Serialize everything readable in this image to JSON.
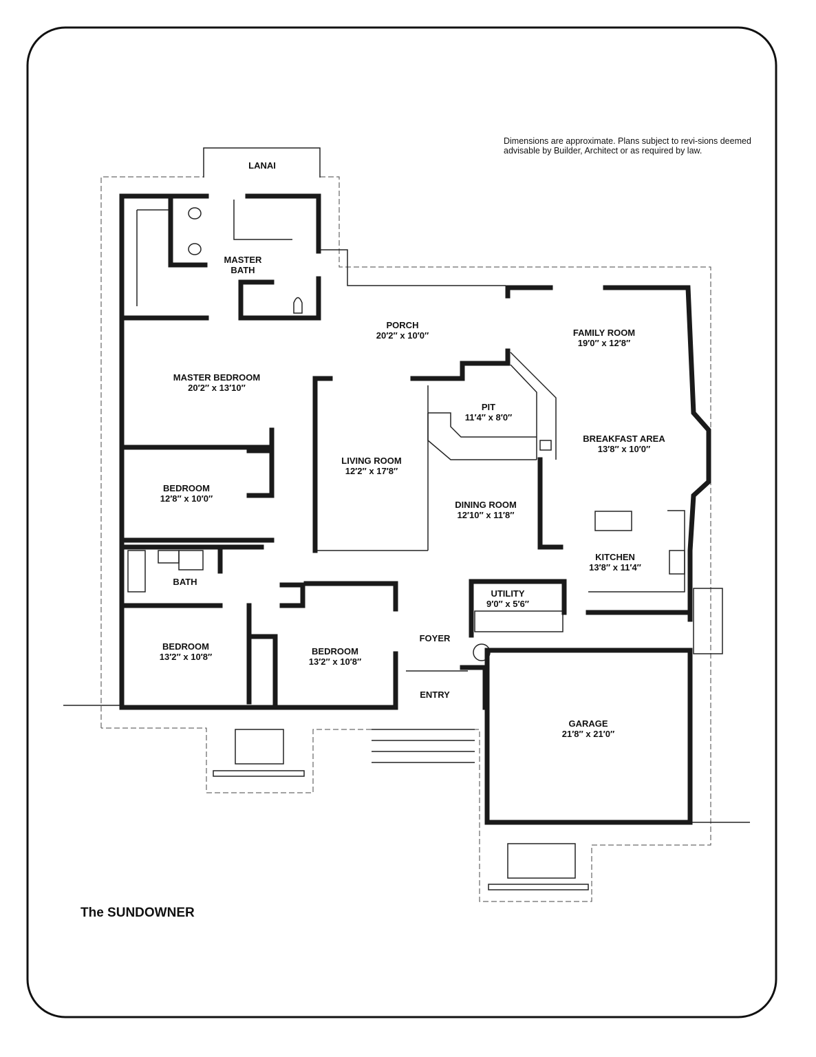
{
  "plan_name": "The SUNDOWNER",
  "disclaimer": "Dimensions are approximate. Plans subject to revi-sions deemed advisable by Builder, Architect or as required by law.",
  "rooms": {
    "lanai": {
      "name": "LANAI"
    },
    "master_bath": {
      "name": "MASTER BATH"
    },
    "porch": {
      "name": "PORCH",
      "dim": "20′2″ x 10′0″"
    },
    "family_room": {
      "name": "FAMILY ROOM",
      "dim": "19′0″ x 12′8″"
    },
    "master_bedroom": {
      "name": "MASTER BEDROOM",
      "dim": "20′2″ x 13′10″"
    },
    "pit": {
      "name": "PIT",
      "dim": "11′4″ x 8′0″"
    },
    "breakfast_area": {
      "name": "BREAKFAST AREA",
      "dim": "13′8″ x 10′0″"
    },
    "living_room": {
      "name": "LIVING ROOM",
      "dim": "12′2″ x 17′8″"
    },
    "bedroom_2": {
      "name": "BEDROOM",
      "dim": "12′8″ x 10′0″"
    },
    "dining_room": {
      "name": "DINING ROOM",
      "dim": "12′10″ x 11′8″"
    },
    "kitchen": {
      "name": "KITCHEN",
      "dim": "13′8″ x 11′4″"
    },
    "bath": {
      "name": "BATH"
    },
    "utility": {
      "name": "UTILITY",
      "dim": "9′0″ x 5′6″"
    },
    "foyer": {
      "name": "FOYER"
    },
    "bedroom_3": {
      "name": "BEDROOM",
      "dim": "13′2″ x 10′8″"
    },
    "bedroom_4": {
      "name": "BEDROOM",
      "dim": "13′2″ x 10′8″"
    },
    "entry": {
      "name": "ENTRY"
    },
    "garage": {
      "name": "GARAGE",
      "dim": "21′8″ x 21′0″"
    }
  }
}
